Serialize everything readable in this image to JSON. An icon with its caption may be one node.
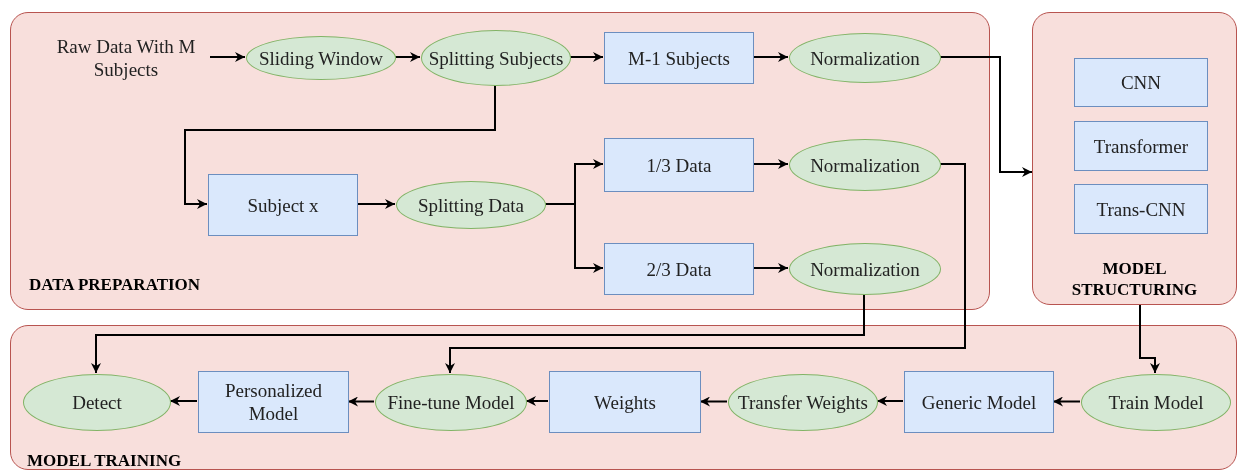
{
  "diagram": {
    "nodes": [
      {
        "text": [
          "DATA PREPARATION"
        ]
      },
      {
        "text": [
          "MODEL STRUCTURING"
        ]
      },
      {
        "text": [
          "MODEL TRAINING"
        ]
      },
      {
        "text": [
          "Raw Data With M Subjects"
        ],
        "in": 0
      },
      {
        "text": [
          "Sliding Window"
        ],
        "in": 0
      },
      {
        "text": [
          "Splitting Subjects"
        ],
        "in": 0
      },
      {
        "text": [
          "M-1 Subjects"
        ],
        "in": 0
      },
      {
        "text": [
          "Normalization"
        ],
        "in": 0
      },
      {
        "text": [
          "Subject x"
        ],
        "in": 0
      },
      {
        "text": [
          "Splitting Data"
        ],
        "in": 0
      },
      {
        "text": [
          "1/3 Data"
        ],
        "in": 0
      },
      {
        "text": [
          "Normalization"
        ],
        "in": 0
      },
      {
        "text": [
          "2/3 Data"
        ],
        "in": 0
      },
      {
        "text": [
          "Normalization"
        ],
        "in": 0
      },
      {
        "text": [
          "CNN"
        ],
        "in": 1
      },
      {
        "text": [
          "Transformer"
        ],
        "in": 1
      },
      {
        "text": [
          "Trans-CNN"
        ],
        "in": 1
      },
      {
        "text": [
          "Detect"
        ],
        "in": 2
      },
      {
        "text": [
          "Personalized Model"
        ],
        "in": 2
      },
      {
        "text": [
          "Fine-tune Model"
        ],
        "in": 2
      },
      {
        "text": [
          "Weights"
        ],
        "in": 2
      },
      {
        "text": [
          "Transfer Weights"
        ],
        "in": 2
      },
      {
        "text": [
          "Generic Model"
        ],
        "in": 2
      },
      {
        "text": [
          "Train Model"
        ],
        "in": 2
      }
    ],
    "edges": [
      {
        "from": 3,
        "to": 4,
        "arrow": "to"
      },
      {
        "from": 4,
        "to": 5,
        "arrow": "to"
      },
      {
        "from": 5,
        "to": 6,
        "arrow": "to"
      },
      {
        "from": 6,
        "to": 7,
        "arrow": "to"
      },
      {
        "from": 7,
        "to": 1,
        "arrow": "to"
      },
      {
        "from": 5,
        "to": 8,
        "arrow": "to"
      },
      {
        "from": 8,
        "to": 9,
        "arrow": "to"
      },
      {
        "from": 9,
        "to": 10,
        "arrow": "to"
      },
      {
        "from": 9,
        "to": 12,
        "arrow": "to"
      },
      {
        "from": 10,
        "to": 11,
        "arrow": "to"
      },
      {
        "from": 12,
        "to": 13,
        "arrow": "to"
      },
      {
        "from": 13,
        "to": 17,
        "arrow": "to"
      },
      {
        "from": 11,
        "to": 19,
        "arrow": "to"
      },
      {
        "from": 1,
        "to": 23,
        "arrow": "to"
      },
      {
        "from": 23,
        "to": 22,
        "arrow": "to"
      },
      {
        "from": 22,
        "to": 21,
        "arrow": "to"
      },
      {
        "from": 21,
        "to": 20,
        "arrow": "to"
      },
      {
        "from": 20,
        "to": 19,
        "arrow": "to"
      },
      {
        "from": 19,
        "to": 18,
        "arrow": "to"
      },
      {
        "from": 18,
        "to": 17,
        "arrow": "to"
      }
    ]
  }
}
